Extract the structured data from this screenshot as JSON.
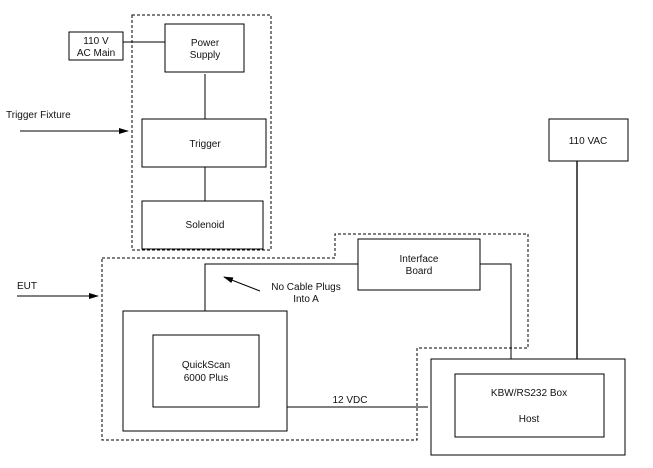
{
  "diagram": {
    "nodes": {
      "ac_main": {
        "lines": [
          "110 V",
          "AC Main"
        ]
      },
      "power_supply": {
        "lines": [
          "Power",
          "Supply"
        ]
      },
      "trigger": {
        "lines": [
          "Trigger"
        ]
      },
      "solenoid": {
        "lines": [
          "Solenoid"
        ]
      },
      "interface_board": {
        "lines": [
          "Interface",
          "Board"
        ]
      },
      "quickscan": {
        "lines": [
          "QuickScan",
          "6000 Plus"
        ]
      },
      "kbw_box": {
        "lines": [
          "KBW/RS232 Box",
          "Host"
        ]
      },
      "vac": {
        "lines": [
          "110 VAC"
        ]
      }
    },
    "labels": {
      "trigger_fixture": "Trigger Fixture",
      "eut": "EUT",
      "no_cable": [
        "No Cable Plugs",
        "Into A"
      ],
      "vdc": "12 VDC"
    },
    "groups": {
      "trigger_fixture_group": "Trigger Fixture",
      "eut_group": "EUT"
    }
  }
}
